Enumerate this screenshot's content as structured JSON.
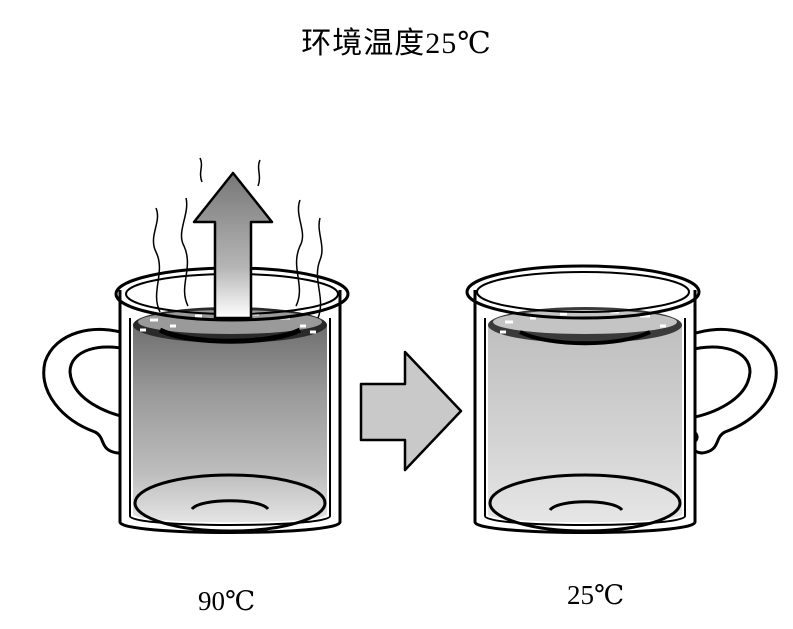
{
  "title": "环境温度25℃",
  "cups": [
    {
      "label": "90℃",
      "state": "hot",
      "liquid_color": "#8c8c8c"
    },
    {
      "label": "25℃",
      "state": "cool",
      "liquid_color": "#cfcfcf"
    }
  ],
  "icons": {
    "heat_arrow": "up-arrow-icon",
    "transition_arrow": "right-arrow-icon",
    "steam": "steam-wisps"
  }
}
